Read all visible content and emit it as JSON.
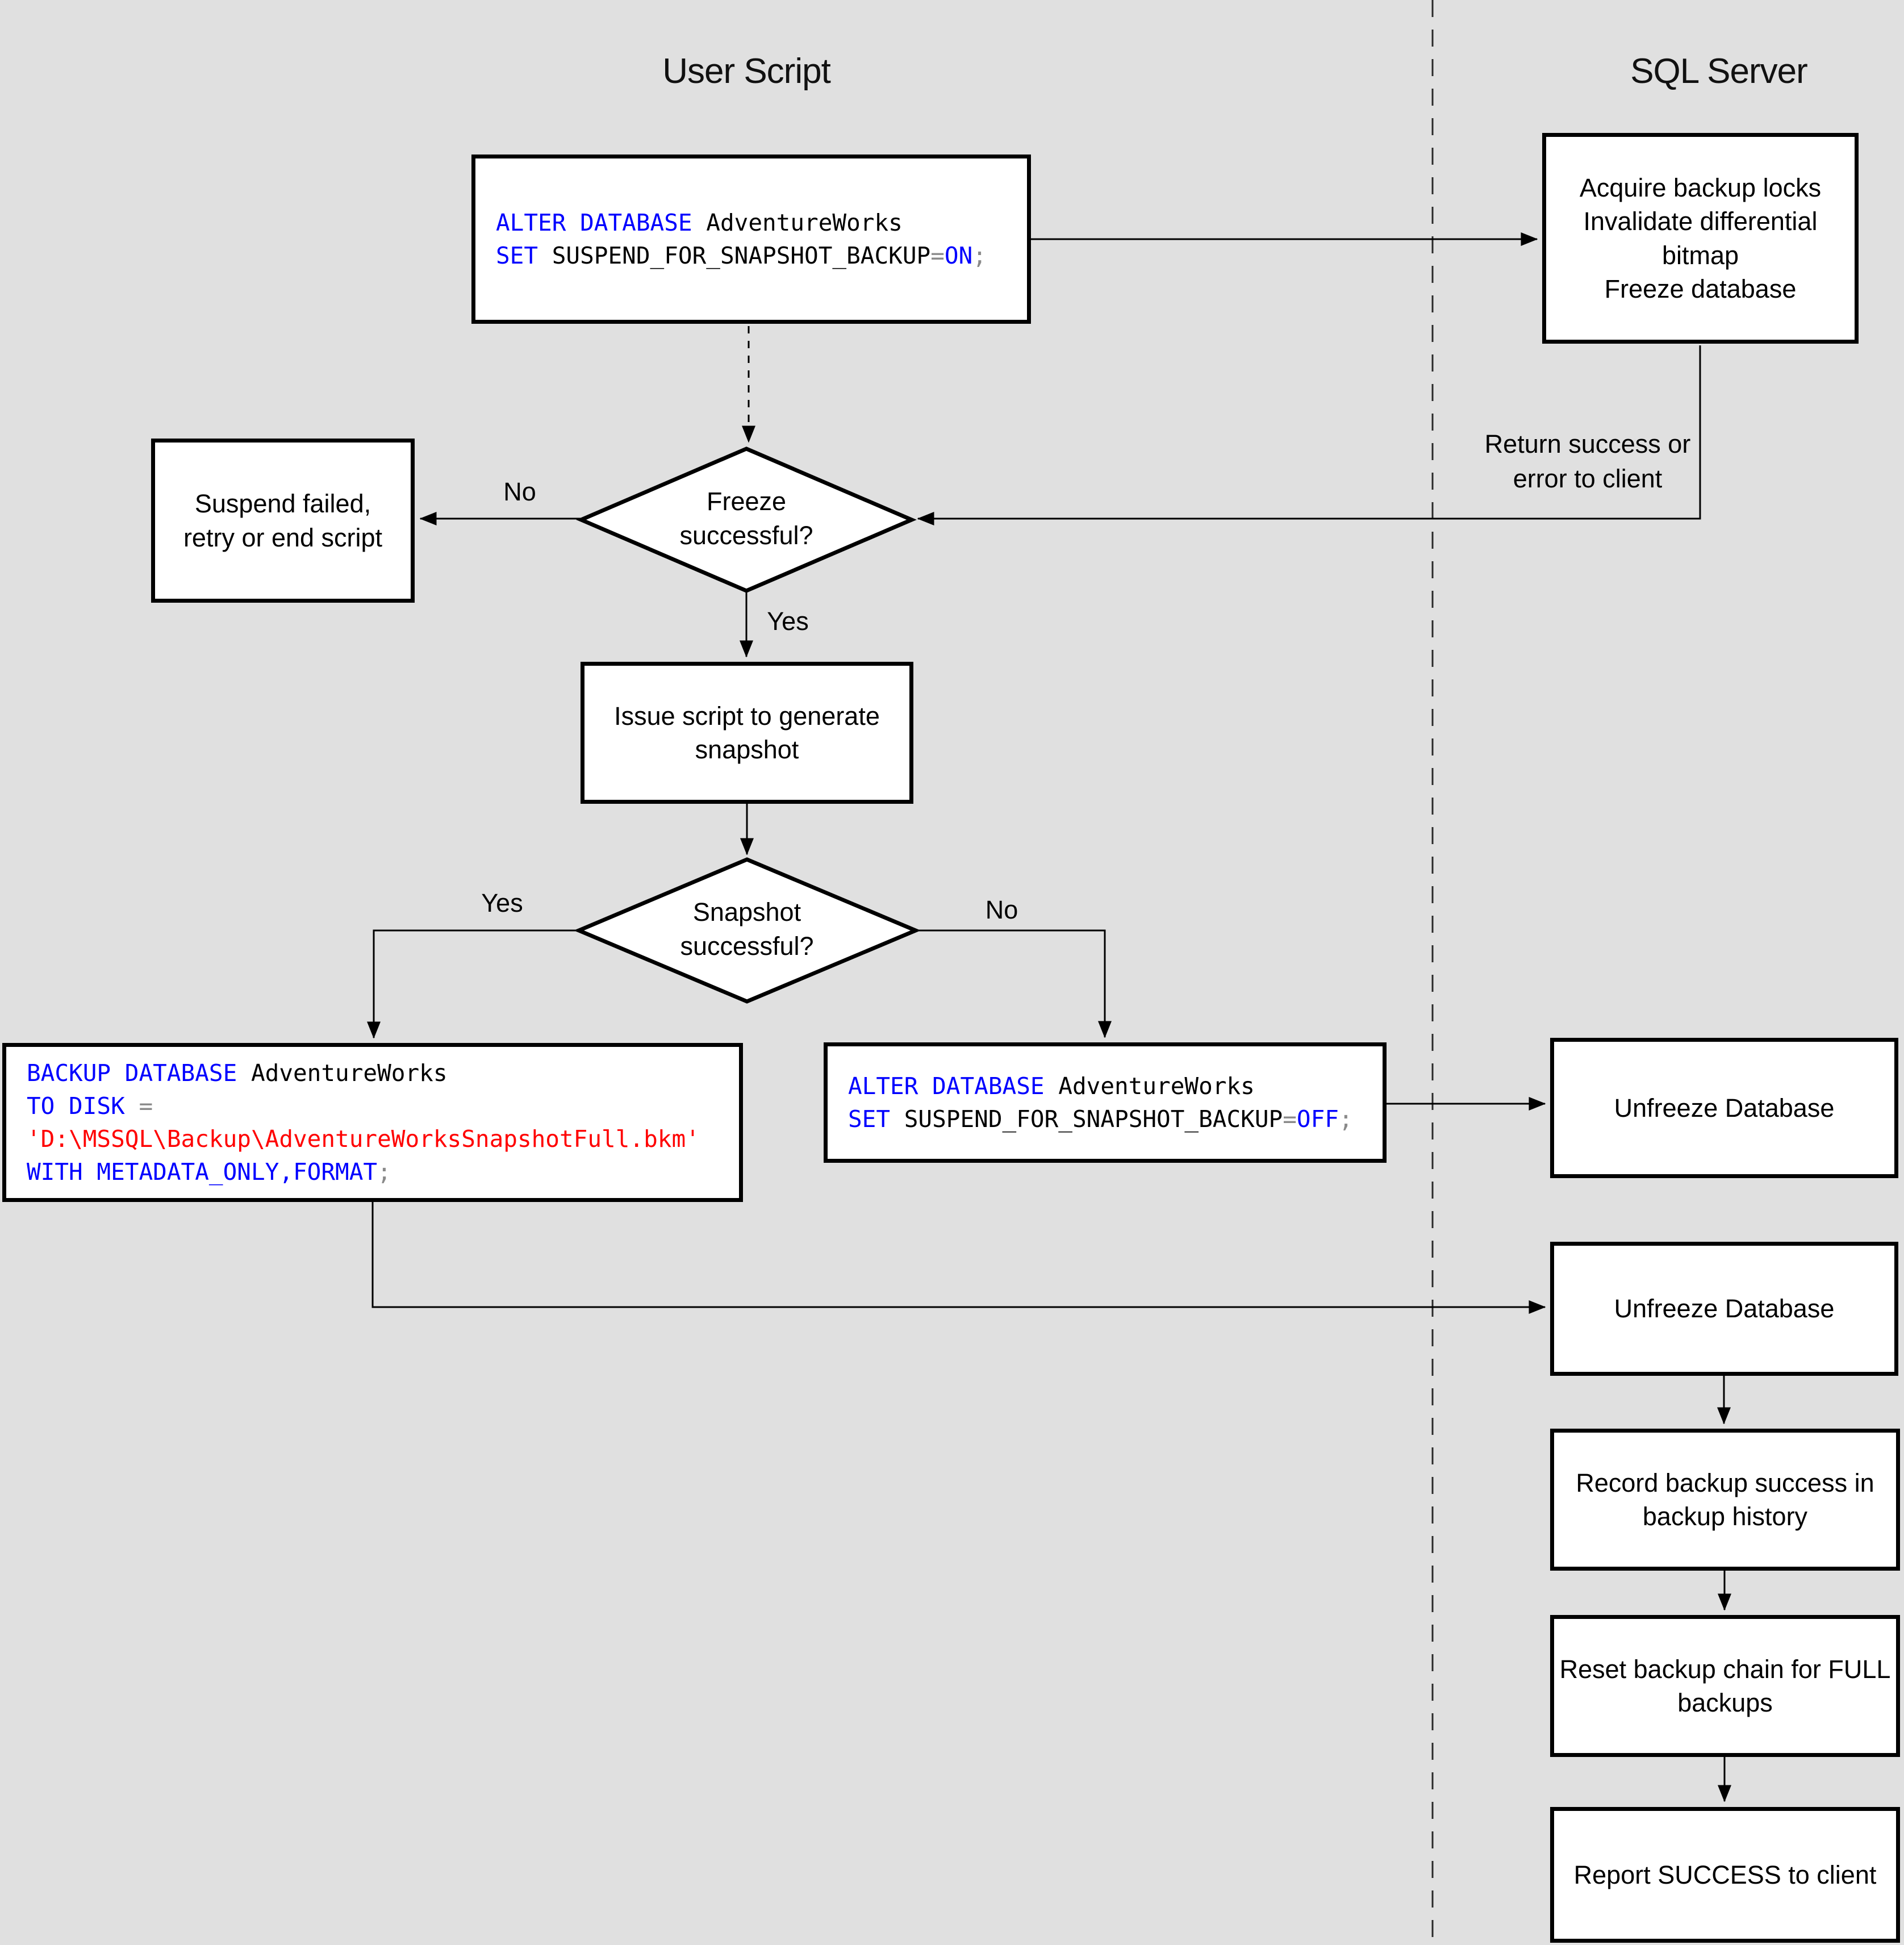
{
  "lanes": {
    "left_title": "User Script",
    "right_title": "SQL Server"
  },
  "colors": {
    "background": "#e0e0e0",
    "box-fill": "#ffffff",
    "line": "#000000",
    "kw": "#0000ff",
    "str": "#ff0000",
    "op": "#8a8a8a",
    "tx": "#000000"
  },
  "nodes": {
    "sql_suspend_on": {
      "lines": [
        [
          {
            "t": "ALTER DATABASE",
            "c": "kw"
          },
          {
            "t": " AdventureWorks",
            "c": "tx"
          }
        ],
        [
          {
            "t": "SET",
            "c": "kw"
          },
          {
            "t": " SUSPEND_FOR_SNAPSHOT_BACKUP",
            "c": "tx"
          },
          {
            "t": "=",
            "c": "op"
          },
          {
            "t": "ON",
            "c": "kw"
          },
          {
            "t": ";",
            "c": "op"
          }
        ]
      ]
    },
    "acquire_locks": {
      "label": "Acquire backup locks\nInvalidate differential\nbitmap\nFreeze database"
    },
    "freeze_decision": {
      "label": "Freeze\nsuccessful?"
    },
    "suspend_failed": {
      "label": "Suspend failed,\nretry or end script"
    },
    "issue_script": {
      "label": "Issue script to generate\nsnapshot"
    },
    "snapshot_decision": {
      "label": "Snapshot\nsuccessful?"
    },
    "sql_backup": {
      "lines": [
        [
          {
            "t": "BACKUP DATABASE",
            "c": "kw"
          },
          {
            "t": " AdventureWorks",
            "c": "tx"
          }
        ],
        [
          {
            "t": "TO DISK",
            "c": "kw"
          },
          {
            "t": " ",
            "c": "tx"
          },
          {
            "t": "=",
            "c": "op"
          }
        ],
        [
          {
            "t": "'D:\\MSSQL\\Backup\\AdventureWorksSnapshotFull.bkm'",
            "c": "str"
          }
        ],
        [
          {
            "t": "WITH METADATA_ONLY,FORMAT",
            "c": "kw"
          },
          {
            "t": ";",
            "c": "op"
          }
        ]
      ]
    },
    "sql_suspend_off": {
      "lines": [
        [
          {
            "t": "ALTER DATABASE",
            "c": "kw"
          },
          {
            "t": " AdventureWorks",
            "c": "tx"
          }
        ],
        [
          {
            "t": "SET",
            "c": "kw"
          },
          {
            "t": " SUSPEND_FOR_SNAPSHOT_BACKUP",
            "c": "tx"
          },
          {
            "t": "=",
            "c": "op"
          },
          {
            "t": "OFF",
            "c": "kw"
          },
          {
            "t": ";",
            "c": "op"
          }
        ]
      ]
    },
    "unfreeze_db_1": {
      "label": "Unfreeze Database"
    },
    "unfreeze_db_2": {
      "label": "Unfreeze Database"
    },
    "record_history": {
      "label": "Record backup success in\nbackup history"
    },
    "reset_chain": {
      "label": "Reset backup chain for FULL\nbackups"
    },
    "report_success": {
      "label": "Report SUCCESS to client"
    }
  },
  "edge_labels": {
    "freeze_no": "No",
    "freeze_yes": "Yes",
    "snapshot_yes": "Yes",
    "snapshot_no": "No",
    "return_status": "Return success or\nerror to client"
  }
}
